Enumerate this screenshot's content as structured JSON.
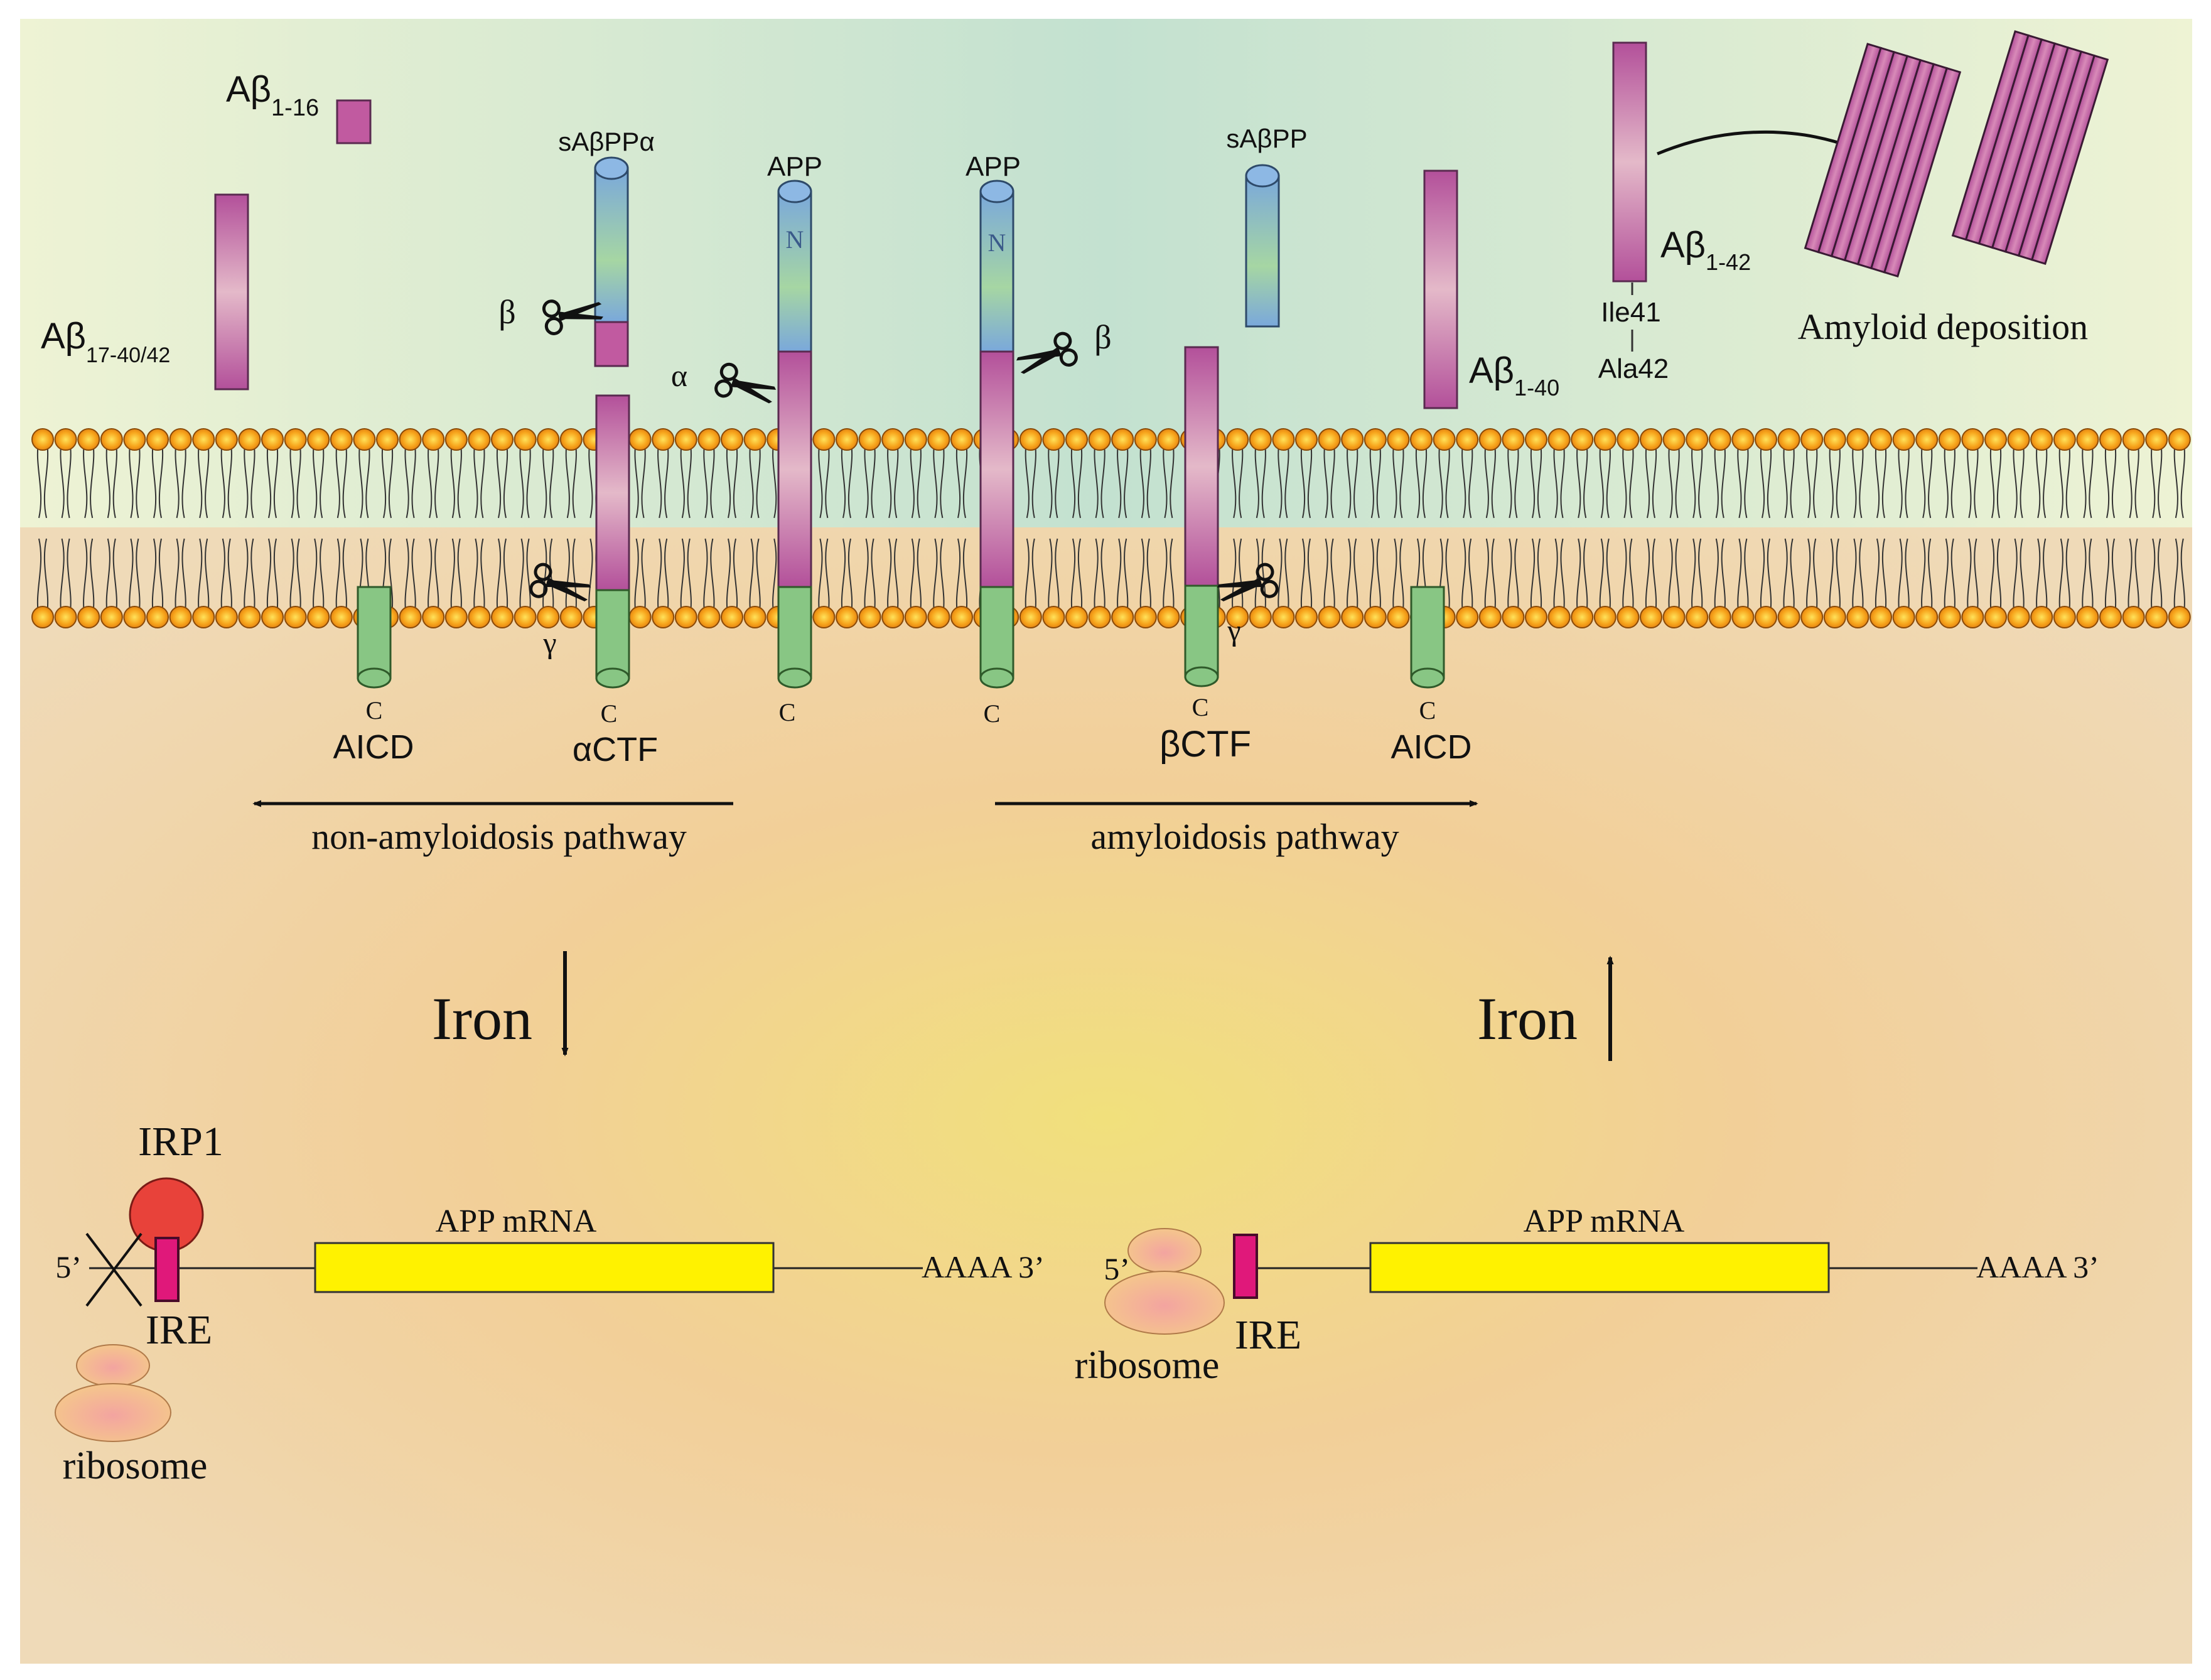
{
  "labels": {
    "abeta_1_16": {
      "base": "Aβ",
      "sub": "1-16"
    },
    "abeta_17_40_42": {
      "base": "Aβ",
      "sub": "17-40/42"
    },
    "abeta_1_40": {
      "base": "Aβ",
      "sub": "1-40"
    },
    "abeta_1_42": {
      "base": "Aβ",
      "sub": "1-42"
    },
    "sappalpha": "sAβPPα",
    "sapp": "sAβPP",
    "app_left": "APP",
    "app_right": "APP",
    "n_left": "N",
    "n_right": "N",
    "c_terminal": "C",
    "ile41": "Ile41",
    "ala42": "Ala42",
    "amyloid_deposition": "Amyloid deposition",
    "alpha": "α",
    "beta": "β",
    "gamma": "γ",
    "aicd": "AICD",
    "actf": "αCTF",
    "bctf": "βCTF",
    "non_amyloid_pathway": "non-amyloidosis pathway",
    "amyloid_pathway": "amyloidosis pathway",
    "iron": "Iron",
    "irp1": "IRP1",
    "ire": "IRE",
    "ribosome": "ribosome",
    "five_prime": "5’",
    "app_mrna": "APP  mRNA",
    "polya": "AAAA 3’"
  },
  "colors": {
    "extracellular_top": "#eef3d4",
    "extracellular_center": "#c6e2d0",
    "cytoplasm": "#f2cf98",
    "cytoplasm_center": "#f1df7e",
    "lipid_head": "#f39a18",
    "abeta_pink": "#b85a9c",
    "nterm_blue": "#7aa7d6",
    "cterm_green": "#7fbf7a",
    "mrna_yellow": "#fff200",
    "ire_magenta": "#e0187a",
    "irp1_red": "#e8423a",
    "ribosome": "#f0b878"
  }
}
